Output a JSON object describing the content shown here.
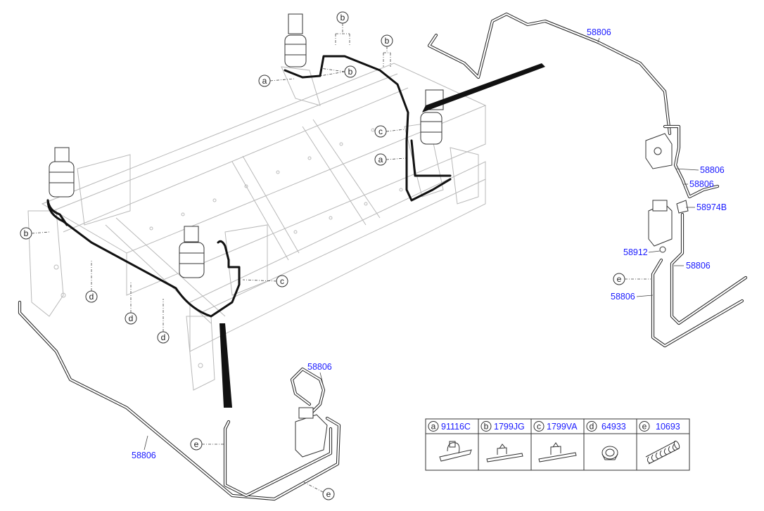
{
  "part_labels": {
    "top_main": "58806",
    "right_1": "58806",
    "right_2": "58806",
    "connector": "58974B",
    "valve": "58912",
    "right_3": "58806",
    "right_4": "58806",
    "bottom_loop": "58806",
    "bottom_left": "58806"
  },
  "callouts": {
    "b1": "b",
    "b2": "b",
    "b3": "b",
    "b4": "b",
    "a1": "a",
    "a2": "a",
    "c1": "c",
    "c2": "c",
    "d1": "d",
    "d2": "d",
    "d3": "d",
    "e1": "e",
    "e2": "e",
    "e3": "e"
  },
  "legend": [
    {
      "letter": "a",
      "part": "91116C",
      "icon": "clamp-band-icon"
    },
    {
      "letter": "b",
      "part": "1799JG",
      "icon": "cable-tie-icon"
    },
    {
      "letter": "c",
      "part": "1799VA",
      "icon": "cable-tie-clip-icon"
    },
    {
      "letter": "d",
      "part": "64933",
      "icon": "grommet-icon"
    },
    {
      "letter": "e",
      "part": "10693",
      "icon": "corrugated-tube-icon"
    }
  ]
}
